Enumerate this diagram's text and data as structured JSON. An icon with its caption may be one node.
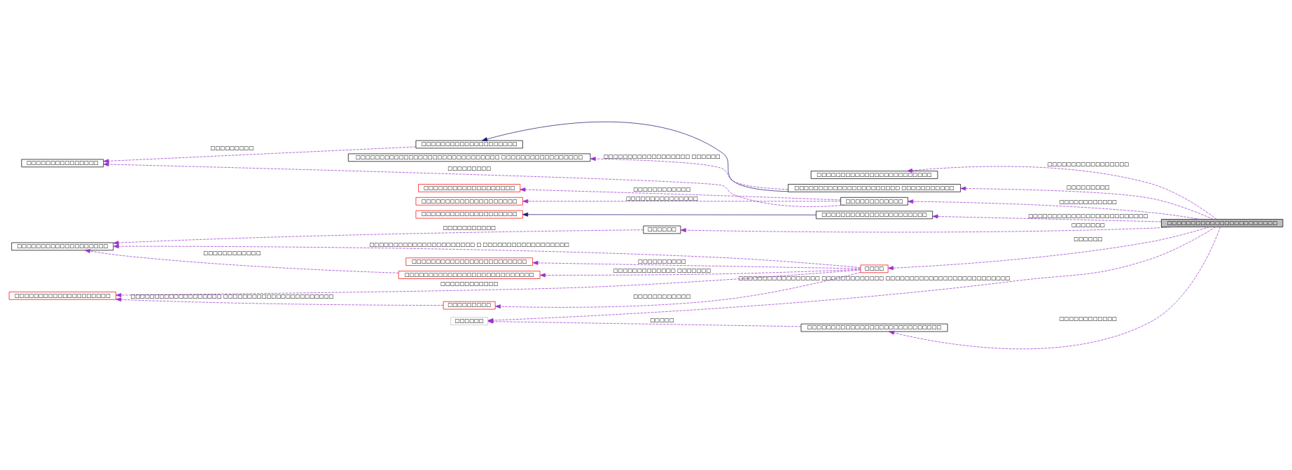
{
  "diagram": {
    "nodes": [
      {
        "text": [
          "□□□□□□□□□□□□□□□□□□□□□□□"
        ]
      },
      {
        "text": [
          "□□□□□□□□□□□□□□□□□□□□□□□□"
        ]
      },
      {
        "text": [
          "□□□□□□□□□□□□□□□□□□□□"
        ]
      },
      {
        "text": [
          "□□□□□□□□□□□□□□□□□□□□□□ □□□□□□□□□□□"
        ]
      },
      {
        "text": [
          "□□□□□□□□□□□□□□□"
        ]
      },
      {
        "text": [
          "□□□□□□□□□□□□□□□□□□□□□□□□□□□□□□ □□□□□□□□□□□□□□□□□"
        ]
      },
      {
        "text": [
          "□□□□□□□□□□□□"
        ]
      },
      {
        "text": [
          "□□□□□□□□□□□□□□□□□□□"
        ]
      },
      {
        "text": [
          "□□□□□□□□□□□□□□□□□□□□"
        ]
      },
      {
        "text": [
          "□□□□□□□□□□□□□□□□□□□□"
        ]
      },
      {
        "text": [
          "□□□□□□□□□□□□□□□□□□□□□□"
        ]
      },
      {
        "text": [
          "□□□□□□"
        ]
      },
      {
        "text": [
          "□□□□□□□□□□□□□□□□□□□"
        ]
      },
      {
        "text": [
          "□□□□"
        ]
      },
      {
        "text": [
          "□□□□□□□□□□□□□□□□□□□□□□□□"
        ]
      },
      {
        "text": [
          "□□□□□□□□□□□□□□□□□□□□□□□□□□□"
        ]
      },
      {
        "text": [
          "□□□□□□□□□□□□□□□□□□□□"
        ]
      },
      {
        "text": [
          "□□□□□□□□□"
        ]
      },
      {
        "text": [
          "□□□□□□"
        ]
      },
      {
        "text": [
          "□□□□□□□□□□□□□□□□□□□□□□□□□□□□"
        ]
      }
    ],
    "edges": [
      {
        "from": 0,
        "to": 1,
        "arrow": "to",
        "style": "dashed",
        "label": "□□□□□□□□□□□□□□□□□"
      },
      {
        "from": 0,
        "to": 3,
        "arrow": "to",
        "style": "dashed",
        "label": "□□□□□□□□□"
      },
      {
        "from": 0,
        "to": 6,
        "arrow": "to",
        "style": "dashed",
        "label": "□□□□□□□□□□□□"
      },
      {
        "from": 0,
        "to": 10,
        "arrow": "to",
        "style": "dashed",
        "label": "□□□□□□□□□□□□□□□□□□□□□□□□□"
      },
      {
        "from": 0,
        "to": 11,
        "arrow": "to",
        "style": "dashed",
        "label": "□□□□□□□"
      },
      {
        "from": 0,
        "to": 13,
        "arrow": "to",
        "style": "dashed",
        "label": "□□□□□□"
      },
      {
        "from": 0,
        "to": 18,
        "arrow": "to",
        "style": "dashed",
        "label": "□□□□□□□□□□□□□□□□□ □□□□□□□□□□□□□ □□□□□□□□□□□□□□□□□□□□□□□□□□"
      },
      {
        "from": 0,
        "to": 19,
        "arrow": "to",
        "style": "dashed",
        "label": "□□□□□□□□□□□□"
      },
      {
        "from": 3,
        "to": 2,
        "arrow": "to",
        "color": "#191970"
      },
      {
        "from": 3,
        "to": 5,
        "arrow": "to",
        "style": "dashed",
        "label": "□□□□□□□□□□□□□□□□□□ □□□□□□"
      },
      {
        "from": 10,
        "to": 9,
        "arrow": "to",
        "color": "#191970"
      },
      {
        "from": 2,
        "to": 4,
        "arrow": "to",
        "style": "dashed",
        "label": "□□□□□□□□□"
      },
      {
        "from": 6,
        "to": 4,
        "arrow": "to",
        "style": "dashed",
        "label": "□□□□□□□□□"
      },
      {
        "from": 6,
        "to": 7,
        "arrow": "to",
        "style": "dashed",
        "label": "□□□□□□□□□□□□"
      },
      {
        "from": 6,
        "to": 8,
        "arrow": "to",
        "style": "dashed",
        "label": "□□□□□□□□□□□□□□□"
      },
      {
        "from": 11,
        "to": 12,
        "arrow": "to",
        "style": "dashed",
        "label": "□□□□□□□□□□□"
      },
      {
        "from": 13,
        "to": 12,
        "arrow": "to",
        "style": "dashed",
        "label": "□□□□□□□□□□□□□□□□□□□□□□ □ □□□□□□□□□□□□□□□□□□"
      },
      {
        "from": 15,
        "to": 12,
        "arrow": "to",
        "style": "dashed",
        "label": "□□□□□□□□□□□□"
      },
      {
        "from": 13,
        "to": 14,
        "arrow": "to",
        "style": "dashed",
        "label": "□□□□□□□□□□"
      },
      {
        "from": 13,
        "to": 15,
        "arrow": "to",
        "style": "dashed",
        "label": "□□□□□□□□□□□□□ □□□□□□□"
      },
      {
        "from": 13,
        "to": 16,
        "arrow": "to",
        "style": "dashed",
        "label": "□□□□□□□□□□□□"
      },
      {
        "from": 17,
        "to": 16,
        "arrow": "to",
        "style": "dashed",
        "label": "□□□□□□□□□□□□□□□□□□□ □□□□□□□□□□□□□□□□□□□□□□□"
      },
      {
        "from": 13,
        "to": 17,
        "arrow": "to",
        "style": "dashed",
        "label": "□□□□□□□□□□□□"
      },
      {
        "from": 19,
        "to": 18,
        "arrow": "to",
        "style": "dashed",
        "label": "□□□□□"
      }
    ]
  }
}
